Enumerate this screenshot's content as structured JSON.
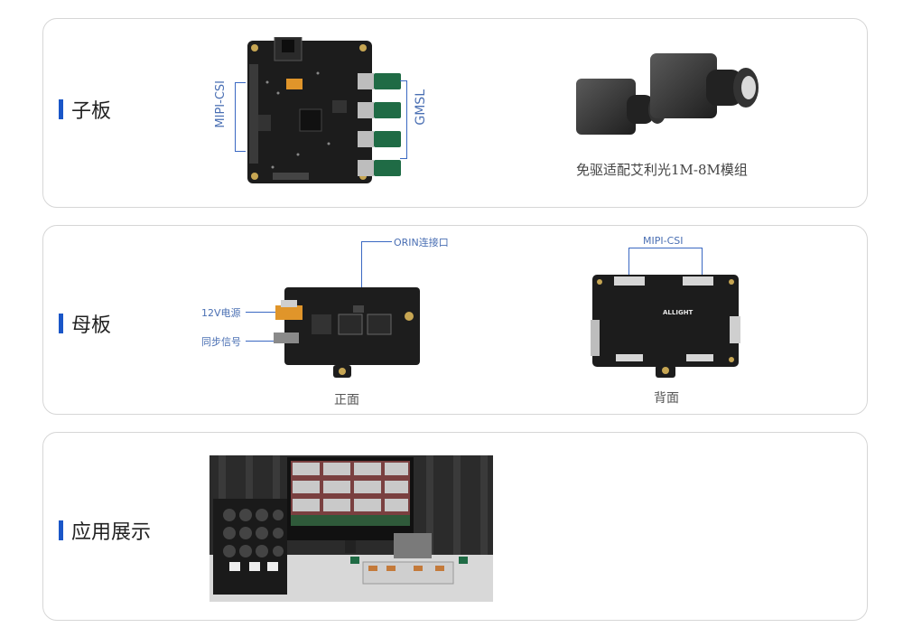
{
  "sections": {
    "sub_board": {
      "title": "子板",
      "mipi_label": "MIPI-CSI",
      "gmsl_label": "GMSL",
      "camera_caption": "免驱适配艾利光1M-8M模组"
    },
    "main_board": {
      "title": "母板",
      "orin_label": "ORIN连接口",
      "power_label": "12V电源",
      "sync_label": "同步信号",
      "front_caption": "正面",
      "back_mipi_label": "MIPI-CSI",
      "back_caption": "背面",
      "board_brand": "ALLIGHT"
    },
    "demo": {
      "title": "应用展示"
    }
  },
  "colors": {
    "accent": "#1a56c8",
    "label_blue": "#4a6fb3",
    "connector_green": "#1f6b45",
    "power_orange": "#e0952a"
  }
}
